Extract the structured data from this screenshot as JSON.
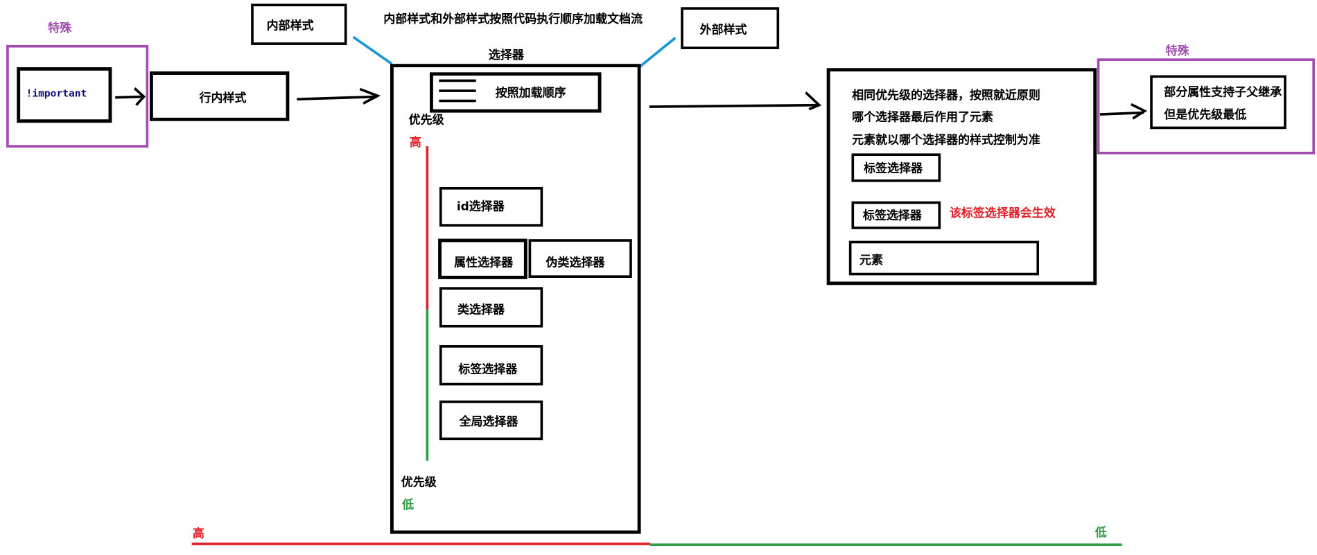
{
  "colors": {
    "purple": "#a24bb1",
    "red": "#e0202a",
    "green": "#2f9e45",
    "blue": "#1996d8",
    "ink": "#000000"
  },
  "labels": {
    "special_left": "特殊",
    "important": "!important",
    "inline_style": "行内样式",
    "internal_style": "内部样式",
    "external_style": "外部样式",
    "load_order_note": "内部样式和外部样式按照代码执行顺序加载文档流",
    "selector_title": "选择器",
    "menu_icon": "menu-icon",
    "by_load_order": "按照加载顺序",
    "priority_top": "优先级",
    "high_top": "高",
    "id_selector": "id选择器",
    "attribute_selector": "属性选择器",
    "pseudo_class_selector": "伪类选择器",
    "class_selector": "类选择器",
    "tag_selector": "标签选择器",
    "universal_selector": "全局选择器",
    "priority_bottom": "优先级",
    "low_bottom": "低",
    "rule_line1": "相同优先级的选择器，按照就近原则",
    "rule_line2": "哪个选择器最后作用了元素",
    "rule_line3": "元素就以哪个选择器的样式控制为准",
    "tag_selector_1": "标签选择器",
    "tag_selector_2": "标签选择器",
    "effective_note": "该标签选择器会生效",
    "element": "元素",
    "special_right": "特殊",
    "inherit_line1": "部分属性支持子父继承",
    "inherit_line2": "但是优先级最低",
    "bottom_high": "高",
    "bottom_low": "低"
  }
}
